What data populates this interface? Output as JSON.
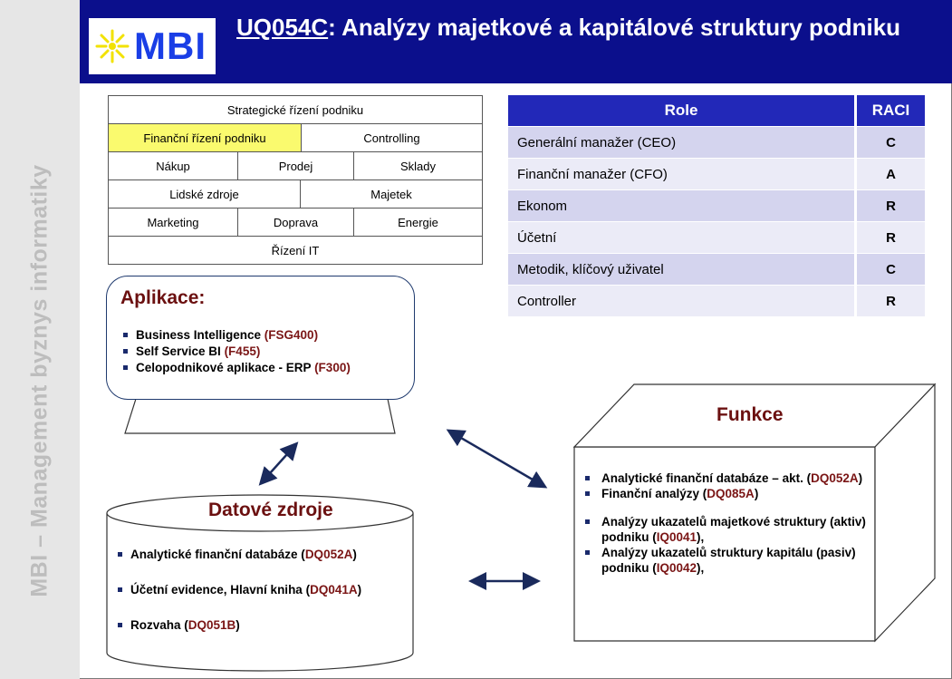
{
  "sidebar": {
    "vertical_text": "MBI – Management byznys informatiky"
  },
  "header": {
    "logo_text": "MBI",
    "title_code": "UQ054C",
    "title_rest": ": Analýzy majetkové a kapitálové struktury podniku"
  },
  "org_chart": {
    "rows": [
      [
        "Strategické řízení podniku"
      ],
      [
        "Finanční řízení podniku",
        "Controlling"
      ],
      [
        "Nákup",
        "Prodej",
        "Sklady"
      ],
      [
        "Lidské zdroje",
        "Majetek"
      ],
      [
        "Marketing",
        "Doprava",
        "Energie"
      ],
      [
        "Řízení IT"
      ]
    ],
    "highlighted": "Finanční řízení podniku"
  },
  "raci_table": {
    "headers": [
      "Role",
      "RACI"
    ],
    "rows": [
      [
        "Generální manažer (CEO)",
        "C"
      ],
      [
        "Finanční manažer (CFO)",
        "A"
      ],
      [
        "Ekonom",
        "R"
      ],
      [
        "Účetní",
        "R"
      ],
      [
        "Metodik, klíčový uživatel",
        "C"
      ],
      [
        "Controller",
        "R"
      ]
    ]
  },
  "aplikace": {
    "title": "Aplikace:",
    "items": [
      {
        "text": "Business Intelligence ",
        "code": "(FSG400)"
      },
      {
        "text": "Self Service BI ",
        "code": "(F455)"
      },
      {
        "text": "Celopodnikové aplikace - ERP ",
        "code": "(F300)"
      }
    ]
  },
  "datove_zdroje": {
    "title": "Datové zdroje",
    "items": [
      {
        "text": "Analytické finanční databáze (",
        "code": "DQ052A",
        "tail": ")"
      },
      {
        "text": "Účetní evidence, Hlavní kniha (",
        "code": "DQ041A",
        "tail": ")"
      },
      {
        "text": "Rozvaha (",
        "code": "DQ051B",
        "tail": ")"
      }
    ]
  },
  "funkce": {
    "title": "Funkce",
    "items": [
      {
        "text": "Analytické finanční databáze – akt. (",
        "code": "DQ052A",
        "tail": ")"
      },
      {
        "text": "Finanční analýzy (",
        "code": "DQ085A",
        "tail": ")"
      },
      {
        "text": "Analýzy ukazatelů majetkové struktury (aktiv) podniku (",
        "code": "IQ0041",
        "tail": "),"
      },
      {
        "text": "Analýzy ukazatelů struktury kapitálu (pasiv) podniku (",
        "code": "IQ0042",
        "tail": "),"
      }
    ]
  },
  "colors": {
    "header_bg": "#0b0f8c",
    "logo_text": "#1a3ee6",
    "heading": "#6b1010",
    "code": "#7a1515",
    "raci_header": "#2228b8",
    "highlight": "#fafa6e"
  }
}
